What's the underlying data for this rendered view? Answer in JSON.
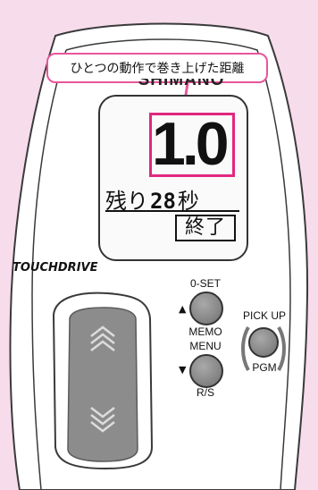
{
  "callout": {
    "text": "ひとつの動作で巻き上げた距離"
  },
  "device": {
    "brand": "SHIMANO",
    "logo": "TOUCHDRIVE"
  },
  "display": {
    "value": "1.0",
    "remaining_label": "残り",
    "remaining_value": "28",
    "remaining_unit": "秒",
    "end_label": "終了"
  },
  "buttons": {
    "oset_label": "0-SET",
    "memo_label": "MEMO",
    "menu_label": "MENU",
    "rs_label": "R/S",
    "pickup_label": "PICK UP",
    "pgm_label": "PGM"
  },
  "icons": {
    "up": "chevron-double-up-icon",
    "down": "chevron-double-down-icon",
    "triangle_up": "triangle-up-icon",
    "triangle_down": "triangle-down-icon"
  },
  "colors": {
    "background": "#f7dceb",
    "highlight": "#e0287e",
    "callout_border": "#e9559a",
    "button_gray": "#8a8a8a"
  }
}
